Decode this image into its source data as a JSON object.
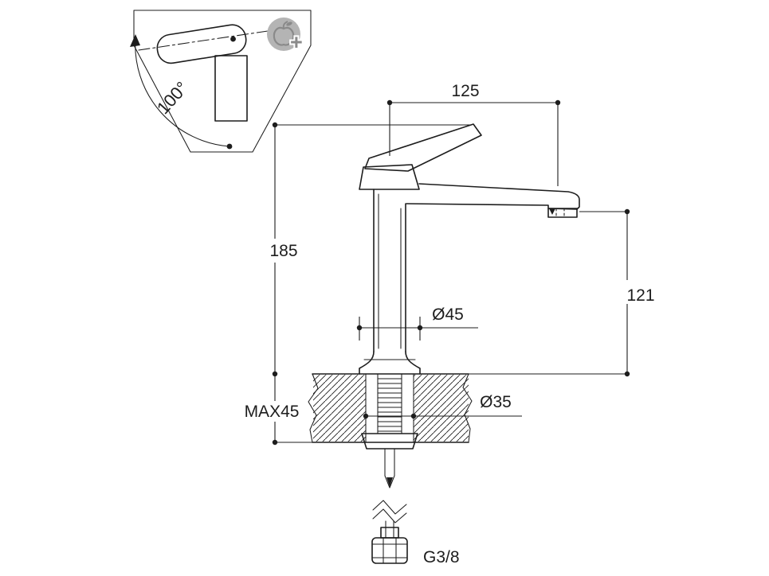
{
  "meta": {
    "background": "#ffffff",
    "ink": "#1d1d1d",
    "icon_gray": "#b4b4b4",
    "icon_dark": "#8a8a8a"
  },
  "inset": {
    "angle": "100°"
  },
  "icon": {
    "plus": "+"
  },
  "dims": {
    "reach": "125",
    "height": "185",
    "outlet_height": "121",
    "base_dia": "Ø45",
    "hole_dia": "Ø35",
    "max_deck": "MAX45",
    "thread": "G3/8"
  }
}
